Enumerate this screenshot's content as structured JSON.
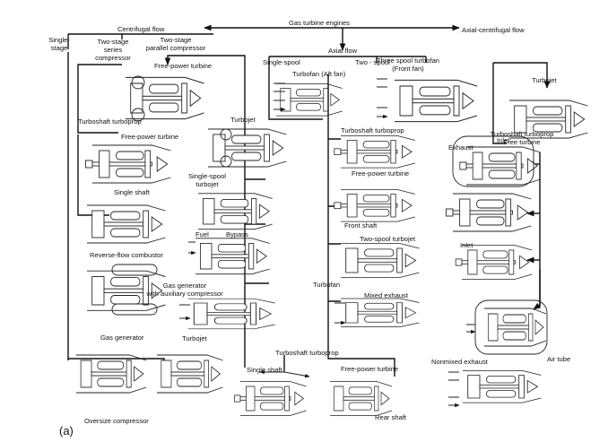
{
  "figure_label": "(a)",
  "root": "Gas turbine engines",
  "branches": {
    "centrifugal": "Centrifugal flow",
    "axial": "Axial flow",
    "axial_centrifugal": "Axial-centrifugal flow"
  },
  "centrifugal": {
    "single_stage": "Single-\nstage",
    "two_stage_series": "Two-stage\nseries\ncompressor",
    "two_stage_parallel": "Two-stage\nparallel compressor",
    "free_power_turbine_top": "Free-power turbine",
    "turboshaft_turboprop": "Turboshaft turboprop",
    "free_power_turbine": "Free-power turbine",
    "turbojet": "Turbojet",
    "single_shaft": "Single shaft",
    "reverse_flow_combustor": "Reverse-flow combustor",
    "single_spool_turbojet": "Single-spool\nturbojet",
    "fuel": "Fuel",
    "bypass": "Bypass",
    "gas_generator_aux": "Gas generator\nwith auxiliary compressor",
    "gas_generator": "Gas generator",
    "turbojet_bottom": "Turbojet",
    "oversize_compressor": "Oversize compressor"
  },
  "axial": {
    "single_spool": "Single-spool",
    "two_spool": "Two - spool",
    "turbofan_aft": "Turbofan (Aft fan)",
    "three_spool": "Three spool turbofan\n(Front fan)",
    "turboshaft_turboprop": "Turboshaft turboprop",
    "free_power_turbine": "Free-power turbine",
    "front_shaft": "Front shaft",
    "two_spool_turbojet": "Two-spool turbojet",
    "turbofan": "Turbofan",
    "mixed_exhaust": "Mixed exhaust",
    "nonmixed_exhaust": "Nonmixed exhaust",
    "turboshaft_turboprop_bottom": "Turboshaft turboprop",
    "single_shaft": "Single shaft",
    "free_power_turbine_bottom": "Free-power turbine",
    "rear_shaft": "Rear shaft"
  },
  "axial_centrifugal": {
    "turbojet": "Turbojet",
    "turboshaft_free_turbine": "Turboshaft turboprop\nFree turbine",
    "exhaust": "Exhaust",
    "inlet_top": "Inlet",
    "inlet_mid": "Inlet",
    "air_tube": "Air tube"
  }
}
